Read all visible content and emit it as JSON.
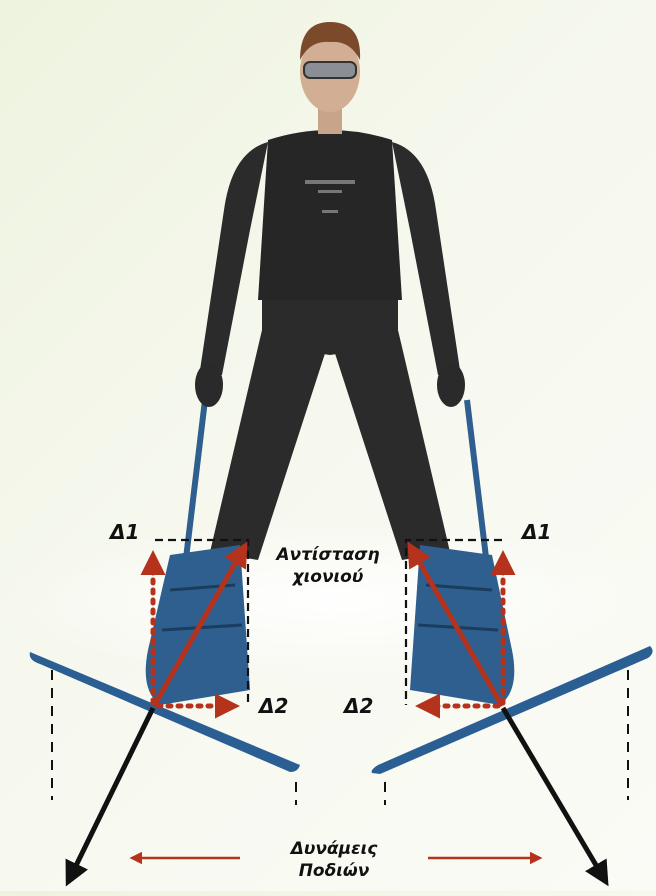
{
  "labels": {
    "delta1_left": "Δ1",
    "delta1_right": "Δ1",
    "delta2_left": "Δ2",
    "delta2_right": "Δ2",
    "snow_resistance_line1": "Αντίσταση",
    "snow_resistance_line2": "χιονιού",
    "leg_forces_line1": "Δυνάμεις",
    "leg_forces_line2": "Ποδιών"
  },
  "colors": {
    "force_arrow": "#b5321c",
    "leg_force_arrow": "#111111",
    "guide_line": "#111111",
    "suit": "#2b2b2b",
    "boot": "#2e5f8e",
    "ski": "#2b5f94",
    "label_text": "#111111"
  }
}
